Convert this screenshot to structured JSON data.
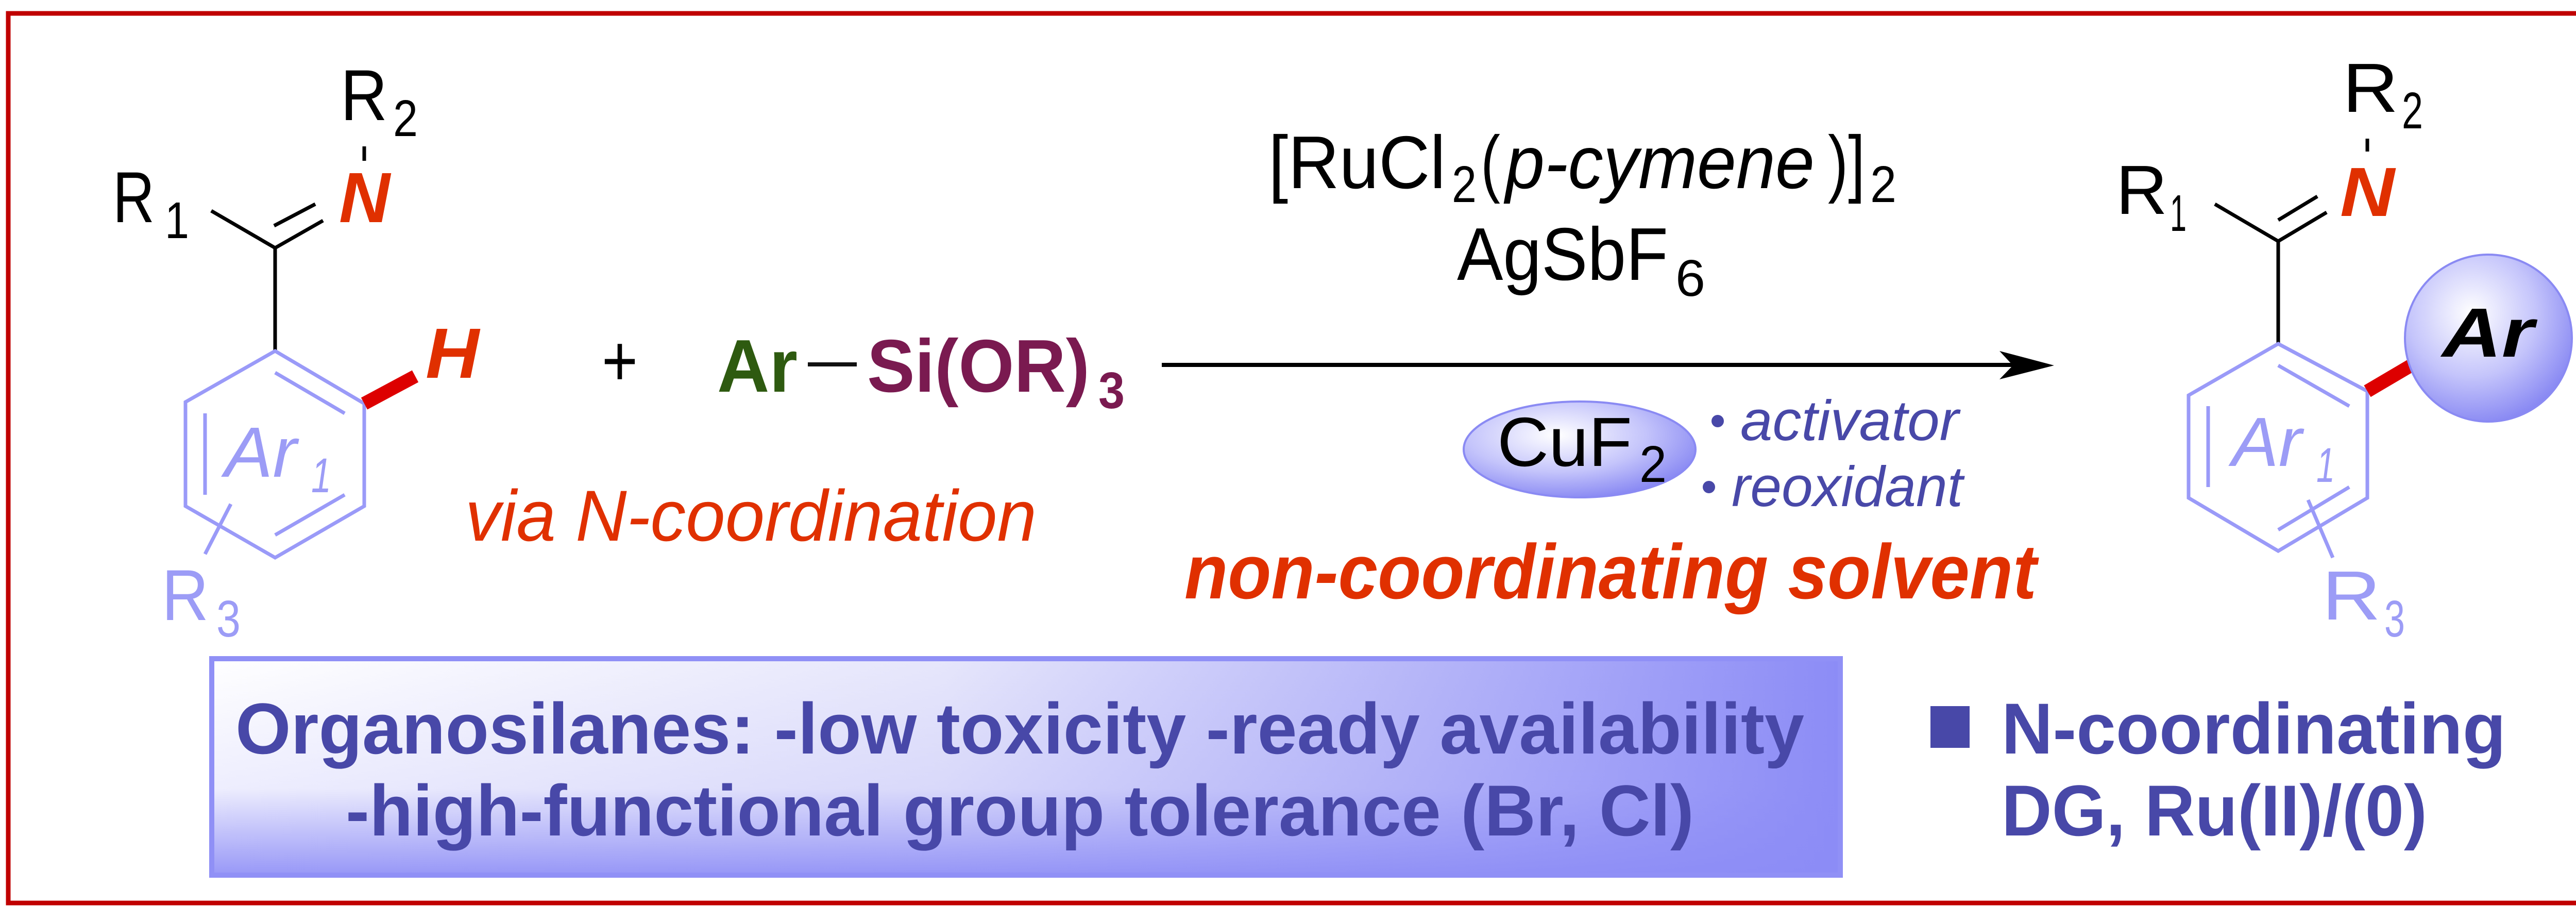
{
  "reactant": {
    "r1": "R",
    "r1_sub": "1",
    "r2": "R",
    "r2_sub": "2",
    "n": "N",
    "h": "H",
    "ring": "Ar",
    "ring_sub": "1",
    "r3": "R",
    "r3_sub": "3"
  },
  "plus": "+",
  "silane": {
    "ar": "Ar",
    "si": "Si(OR)",
    "si_sub": "3"
  },
  "via_text": "via N-coordination",
  "conditions": {
    "catalyst_a": "[RuCl",
    "catalyst_sub1": "2",
    "catalyst_paren": "(",
    "catalyst_ligand": "p-cymene",
    "catalyst_close": ")]",
    "catalyst_sub2": "2",
    "additive": "AgSbF",
    "additive_sub": "6",
    "cuf": "CuF",
    "cuf_sub": "2",
    "roles": [
      "activator",
      "reoxidant"
    ],
    "solvent": "non-coordinating solvent"
  },
  "product": {
    "r1": "R",
    "r1_sub": "1",
    "r2": "R",
    "r2_sub": "2",
    "n": "N",
    "ar": "Ar",
    "ring": "Ar",
    "ring_sub": "1",
    "r3": "R",
    "r3_sub": "3"
  },
  "notes": {
    "box_line1": "Organosilanes: -low toxicity -ready availability",
    "box_line2": "-high-functional group tolerance (Br, Cl)",
    "side_line1": "N-coordinating",
    "side_line2": "DG, Ru(II)/(0)"
  },
  "colors": {
    "border": "#c00000",
    "accent_red": "#e03000",
    "ring": "#9a9af8",
    "aryl_green": "#2e5a10",
    "silicon_purple": "#7a1a50",
    "note_navy": "#4848a8"
  }
}
